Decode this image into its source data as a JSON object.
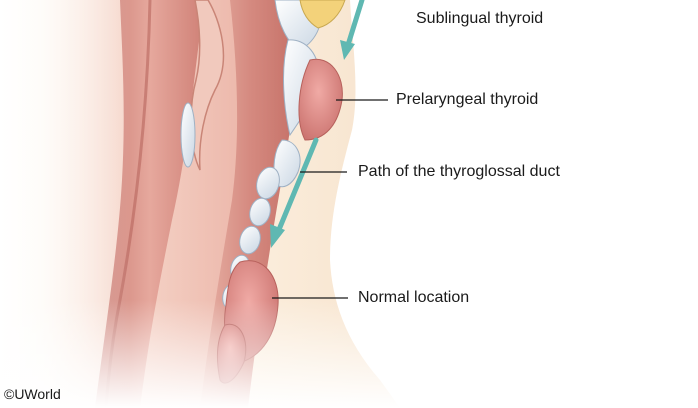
{
  "labels": {
    "sublingual": "Sublingual thyroid",
    "prelaryngeal": "Prelaryngeal thyroid",
    "duct_path": "Path of the thyroglossal duct",
    "normal": "Normal location"
  },
  "copyright": "©UWorld",
  "colors": {
    "skin": "#fbeedd",
    "muscle": "#d98c84",
    "cartilage": "#eef3f8",
    "thyroid": "#e0918c",
    "arrow": "#5fb8b2"
  }
}
